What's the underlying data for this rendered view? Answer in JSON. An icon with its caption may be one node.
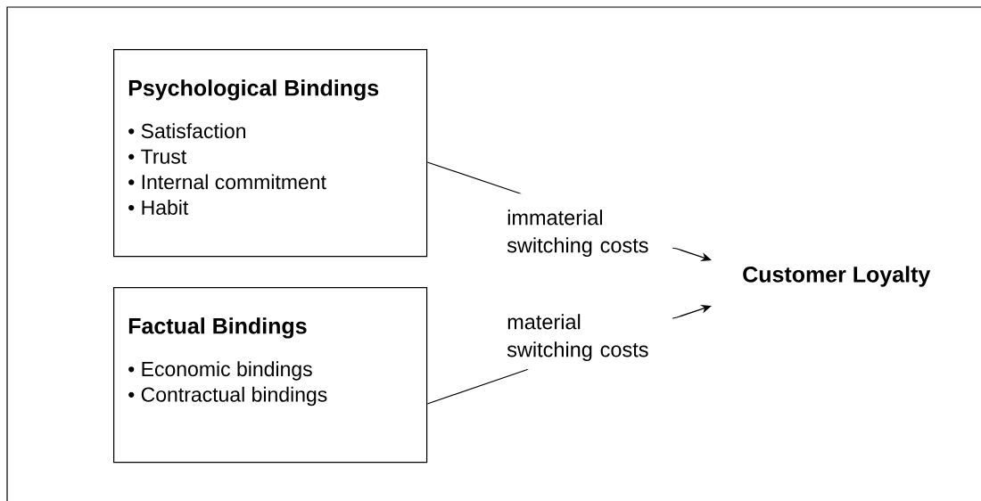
{
  "diagram": {
    "nodes": [
      {
        "text": [
          "Psychological Bindings",
          "• Satisfaction",
          "• Trust",
          "• Internal commitment",
          "• Habit"
        ]
      },
      {
        "text": [
          "Factual Bindings",
          "• Economic bindings",
          "• Contractual bindings"
        ]
      },
      {
        "text": [
          "Customer Loyalty"
        ]
      }
    ],
    "edges": [
      {
        "from": 0,
        "to": 2,
        "arrow": "to",
        "label": "immaterial switching costs"
      },
      {
        "from": 1,
        "to": 2,
        "arrow": "to",
        "label": "material switching costs"
      }
    ]
  }
}
